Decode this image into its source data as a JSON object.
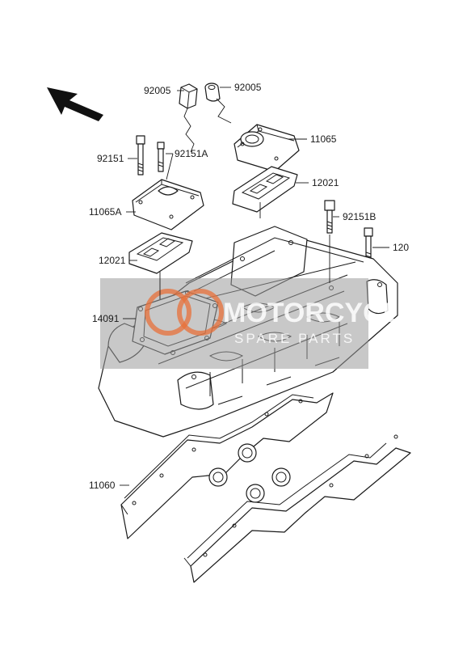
{
  "labels": {
    "cap_left": "92005",
    "cap_right": "92005",
    "breather_cover": "11065",
    "bolt_left": "92151",
    "bolt_center": "92151A",
    "breather_cover_a": "11065A",
    "plate_right": "12021",
    "bolt_right": "92151B",
    "bolt_far_right": "120",
    "plate_left": "12021",
    "oil_cap": "14091",
    "gasket": "11060"
  },
  "watermark": {
    "brand": "MOTORCYCLE",
    "tagline": "SPARE PARTS",
    "color": "#8a8a8a"
  },
  "colors": {
    "line": "#1a1a1a",
    "background": "#ffffff",
    "watermark_band": "#9a9a9a",
    "watermark_logo": "#e8703a"
  },
  "icons": {
    "orientation_arrow": "arrow-up-left-icon"
  }
}
